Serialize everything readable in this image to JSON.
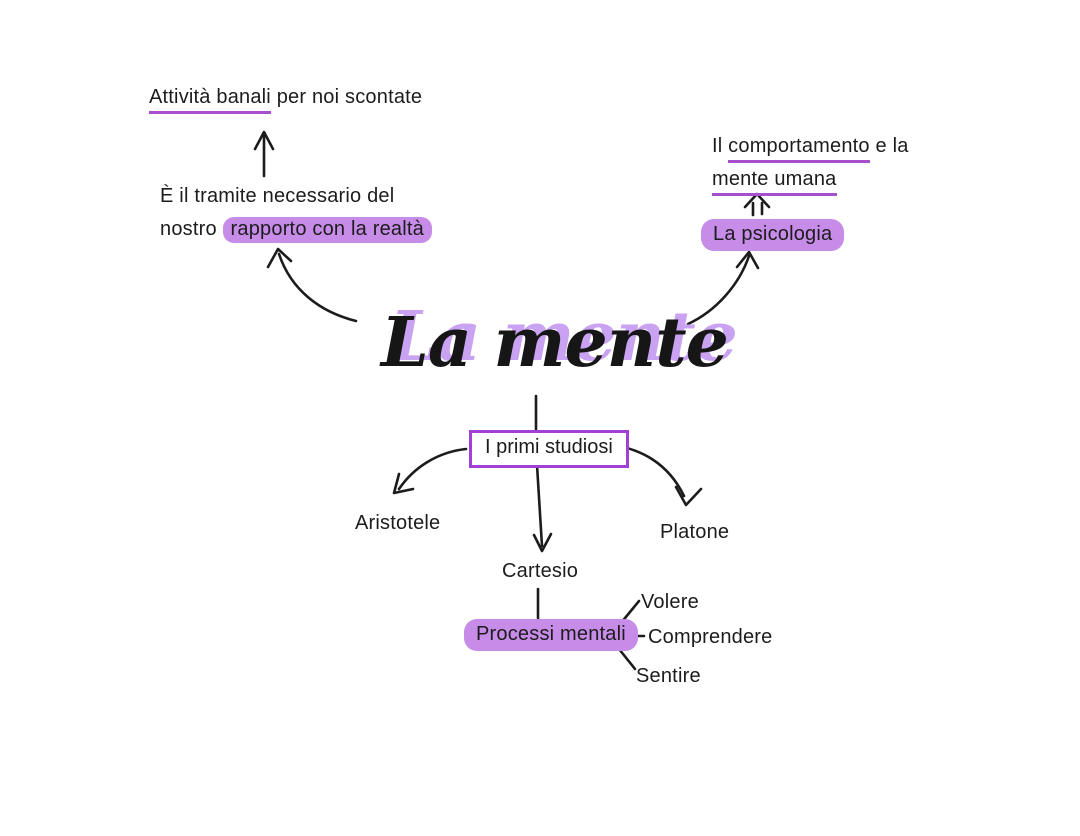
{
  "mindmap": {
    "title": {
      "text": "La mente"
    },
    "colors": {
      "background": "#ffffff",
      "ink": "#1c1c1c",
      "highlight": "#c78be8",
      "underline": "#a64ecb",
      "box_border": "#a041d4",
      "title_shadow": "#c9a2f2"
    },
    "nodes": {
      "attivita": {
        "underlined": "Attività banali",
        "rest": " per noi scontate"
      },
      "tramite": {
        "line1": "È il tramite necessario del",
        "line2_prefix": "nostro ",
        "line2_highlight": "rapporto con la realtà"
      },
      "comportamento": {
        "line1_prefix": "Il ",
        "line1_underlined": "comportamento",
        "line1_suffix": " e la",
        "line2_underlined": "mente umana"
      },
      "psicologia": {
        "text": "La psicologia"
      },
      "studiosi": {
        "text": "I primi studiosi"
      },
      "aristotele": {
        "text": "Aristotele"
      },
      "platone": {
        "text": "Platone"
      },
      "cartesio": {
        "text": "Cartesio"
      },
      "processi": {
        "text": "Processi mentali"
      },
      "volere": {
        "text": "Volere"
      },
      "comprendere": {
        "text": "Comprendere"
      },
      "sentire": {
        "text": "Sentire"
      }
    },
    "connections": [
      {
        "from": "tramite",
        "to": "attivita",
        "type": "straight-arrow"
      },
      {
        "from": "title",
        "to": "tramite",
        "type": "curved-arrow"
      },
      {
        "from": "title",
        "to": "psicologia",
        "type": "curved-arrow"
      },
      {
        "from": "psicologia",
        "to": "comportamento",
        "type": "double-chevron-arrow"
      },
      {
        "from": "title",
        "to": "studiosi",
        "type": "line"
      },
      {
        "from": "studiosi",
        "to": "aristotele",
        "type": "curved-arrow"
      },
      {
        "from": "studiosi",
        "to": "cartesio",
        "type": "straight-arrow"
      },
      {
        "from": "studiosi",
        "to": "platone",
        "type": "curved-arrow"
      },
      {
        "from": "cartesio",
        "to": "processi",
        "type": "line"
      },
      {
        "from": "processi",
        "to": "volere",
        "type": "line"
      },
      {
        "from": "processi",
        "to": "comprendere",
        "type": "line"
      },
      {
        "from": "processi",
        "to": "sentire",
        "type": "line"
      }
    ]
  }
}
